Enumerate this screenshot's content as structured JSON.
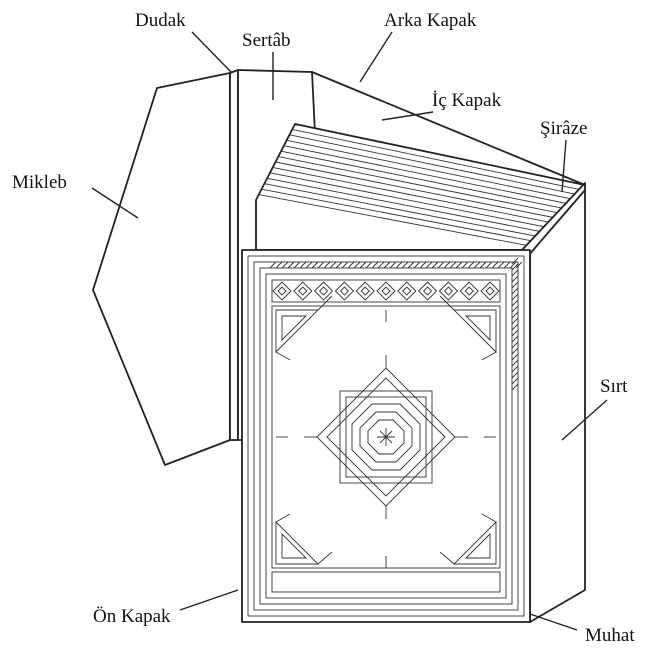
{
  "diagram": {
    "labels": {
      "dudak": "Dudak",
      "sertab": "Sertâb",
      "arka_kapak": "Arka Kapak",
      "ic_kapak": "İç Kapak",
      "siraze": "Şirâze",
      "mikleb": "Mikleb",
      "sirt": "Sırt",
      "on_kapak": "Ön Kapak",
      "muhat": "Muhat"
    }
  }
}
